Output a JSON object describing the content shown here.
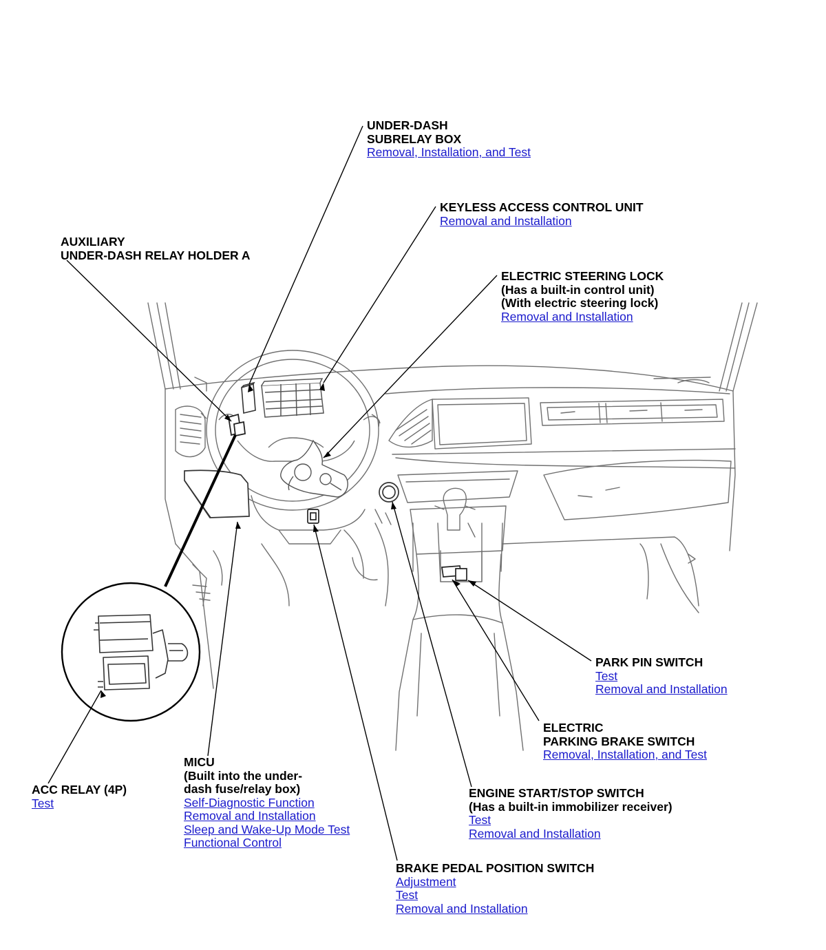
{
  "callouts": {
    "subrelay": {
      "title": [
        "UNDER-DASH",
        "SUBRELAY BOX"
      ],
      "links": [
        "Removal, Installation, and Test"
      ]
    },
    "keyless": {
      "title": [
        "KEYLESS ACCESS CONTROL UNIT"
      ],
      "links": [
        "Removal and Installation"
      ]
    },
    "aux_relay": {
      "title": [
        "AUXILIARY",
        "UNDER-DASH RELAY HOLDER A"
      ],
      "links": []
    },
    "steering_lock": {
      "title": [
        "ELECTRIC STEERING LOCK",
        "(Has a built-in control unit)",
        "(With electric steering lock)"
      ],
      "links": [
        "Removal and Installation"
      ]
    },
    "park_pin": {
      "title": [
        "PARK PIN SWITCH"
      ],
      "links": [
        "Test",
        "Removal and Installation"
      ]
    },
    "parking_brake": {
      "title": [
        "ELECTRIC",
        "PARKING BRAKE SWITCH"
      ],
      "links": [
        "Removal, Installation, and Test"
      ]
    },
    "acc_relay": {
      "title": [
        "ACC RELAY (4P)"
      ],
      "links": [
        "Test"
      ]
    },
    "micu": {
      "title": [
        "MICU",
        "(Built into the under-",
        "dash fuse/relay box)"
      ],
      "links": [
        "Self-Diagnostic Function",
        "Removal and Installation",
        "Sleep and Wake-Up Mode Test",
        "Functional Control"
      ]
    },
    "engine_start": {
      "title": [
        "ENGINE START/STOP SWITCH",
        "(Has a built-in immobilizer receiver)"
      ],
      "links": [
        "Test",
        "Removal and Installation"
      ]
    },
    "brake_pedal": {
      "title": [
        "BRAKE PEDAL POSITION SWITCH"
      ],
      "links": [
        "Adjustment",
        "Test",
        "Removal and Installation"
      ]
    }
  },
  "colors": {
    "link": "#1a1acc",
    "line": "#000000",
    "drawing": "#6f6f6f",
    "text": "#000000"
  }
}
